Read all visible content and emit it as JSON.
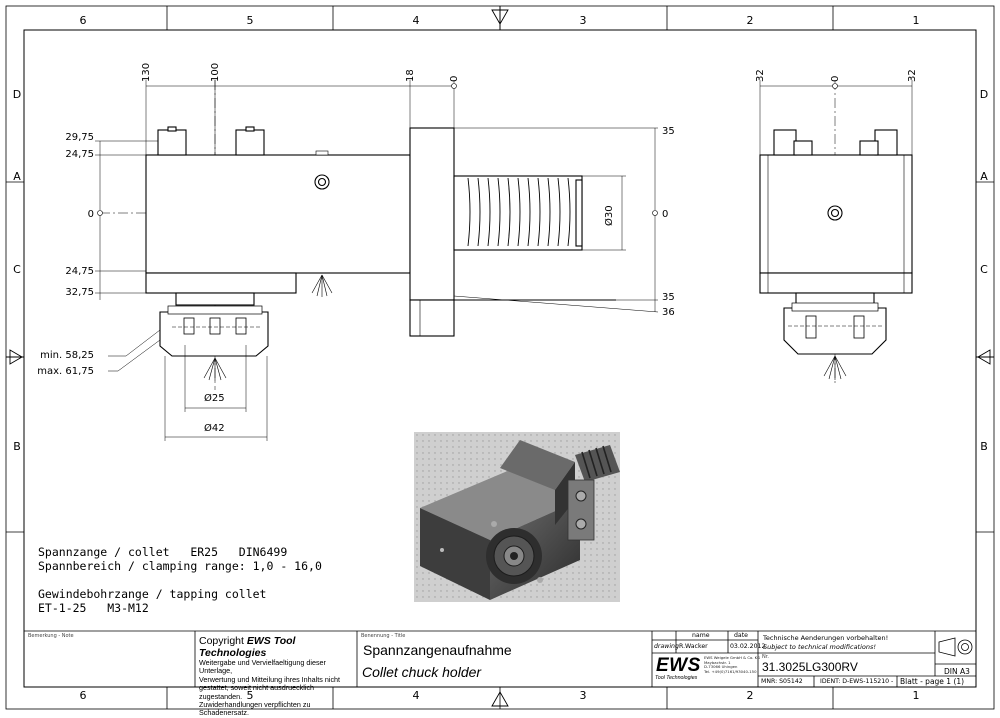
{
  "grid": {
    "columns": [
      "6",
      "5",
      "4",
      "3",
      "2",
      "1"
    ],
    "rows": [
      "D",
      "C",
      "B",
      "A"
    ]
  },
  "dimensions": {
    "top_front": [
      "130",
      "100",
      "18",
      "0"
    ],
    "top_side": [
      "32",
      "0",
      "32"
    ],
    "left": [
      "29,75",
      "24,75",
      "0",
      "24,75",
      "32,75",
      "min. 58,25",
      "max. 61,75"
    ],
    "right": [
      "35",
      "0",
      "35",
      "36"
    ],
    "diameters": [
      "Ø25",
      "Ø42",
      "Ø30"
    ]
  },
  "notes": {
    "line1": "Spannzange / collet   ER25   DIN6499",
    "line2": "Spannbereich / clamping range: 1,0 - 16,0",
    "line3": "Gewindebohrzange / tapping collet",
    "line4": "ET-1-25   M3-M12"
  },
  "title_block": {
    "remark_label": "Bemerkung - Note",
    "copyright_title_prefix": "Copyright",
    "copyright_company": "EWS Tool Technologies",
    "copyright_text": [
      "Weitergabe und Vervielfaeltigung dieser Unterlage,",
      "Verwertung und Mitteilung ihres Inhalts nicht",
      "gestattet, soweit nicht ausdruecklich zugestanden.",
      "Zuwiderhandlungen verpflichten zu Schadenersatz."
    ],
    "title_label": "Benennung - Title",
    "title_de": "Spannzangenaufnahme",
    "title_en": "Collet chuck holder",
    "col_name": "name",
    "col_date": "date",
    "row_drawing": "drawing",
    "drawer": "R.Wacker",
    "date": "03.02.2012",
    "logo": "EWS",
    "logo_sub": "Tool Technologies",
    "address": [
      "EWS Weigele GmbH & Co. KG",
      "Maybachstr. 1",
      "D-73066 Uhingen",
      "Tel. +49(0)7161/93040-150"
    ],
    "rev_de": "Technische Aenderungen vorbehalten!",
    "rev_en": "Subject to technical modifications!",
    "nr_label": "Nr.",
    "part_number": "31.3025LG300RV",
    "mnr": "MNR: S05142",
    "ident": "IDENT: D-EWS-115210 -",
    "sheet": "Blatt - page 1 (1)",
    "format": "DIN A3"
  }
}
